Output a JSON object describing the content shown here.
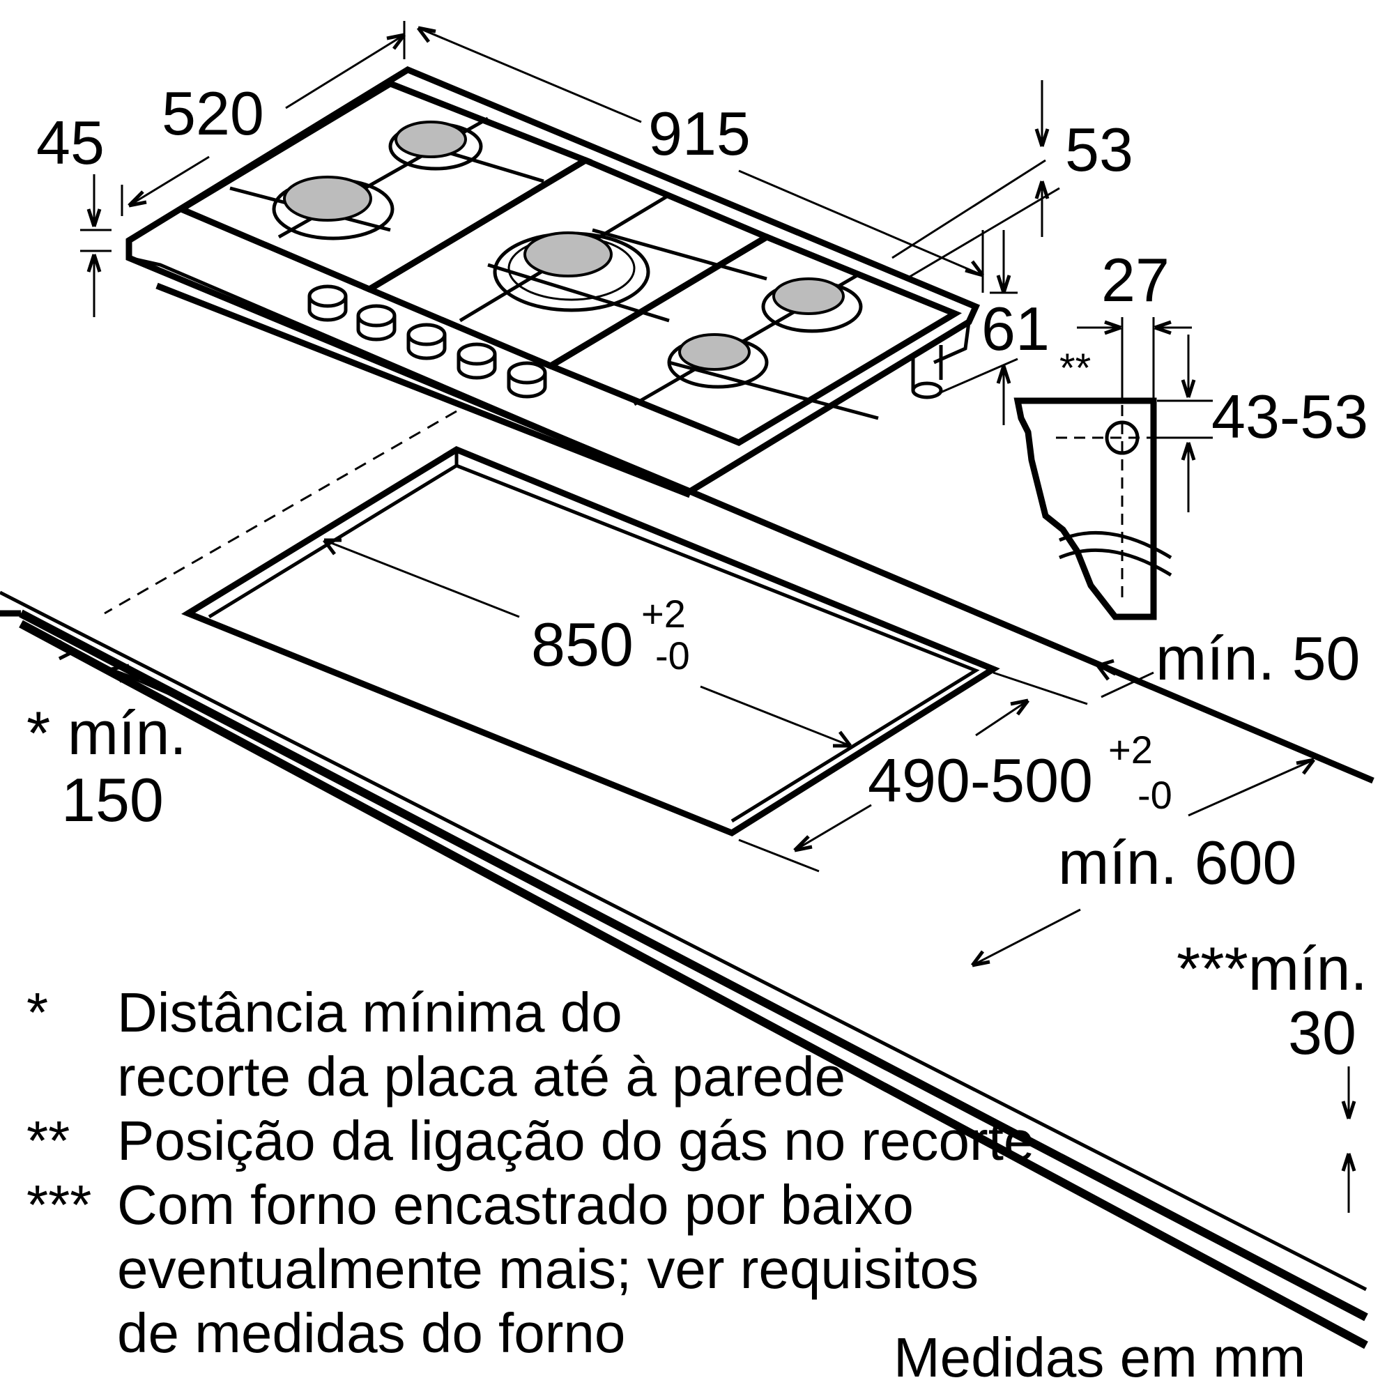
{
  "dimensions": {
    "height_45": "45",
    "depth_520": "520",
    "width_915": "915",
    "offset_53": "53",
    "height_61": "61",
    "gas_27": "27",
    "gas_marker": "**",
    "gas_range": "43-53",
    "cutout_width": "850",
    "cutout_width_tol_plus": "+2",
    "cutout_width_tol_minus": "-0",
    "cutout_depth": "490-500",
    "cutout_depth_tol_plus": "+2",
    "cutout_depth_tol_minus": "-0",
    "min_50": "mín. 50",
    "min_600": "mín. 600",
    "min_150_line1": "* mín.",
    "min_150_line2": "150",
    "min_30_line1": "***mín.",
    "min_30_line2": "30"
  },
  "notes": [
    {
      "marker": "*",
      "lines": [
        "Distância mínima do",
        "recorte da placa até à parede"
      ]
    },
    {
      "marker": "**",
      "lines": [
        "Posição da ligação do gás no recorte"
      ]
    },
    {
      "marker": "***",
      "lines": [
        "Com forno encastrado por baixo",
        "eventualmente mais; ver requisitos",
        "de medidas do forno"
      ]
    }
  ],
  "units_label": "Medidas em mm",
  "colors": {
    "line": "#000000",
    "burner_cap": "#bcbcbc",
    "background": "#ffffff"
  }
}
